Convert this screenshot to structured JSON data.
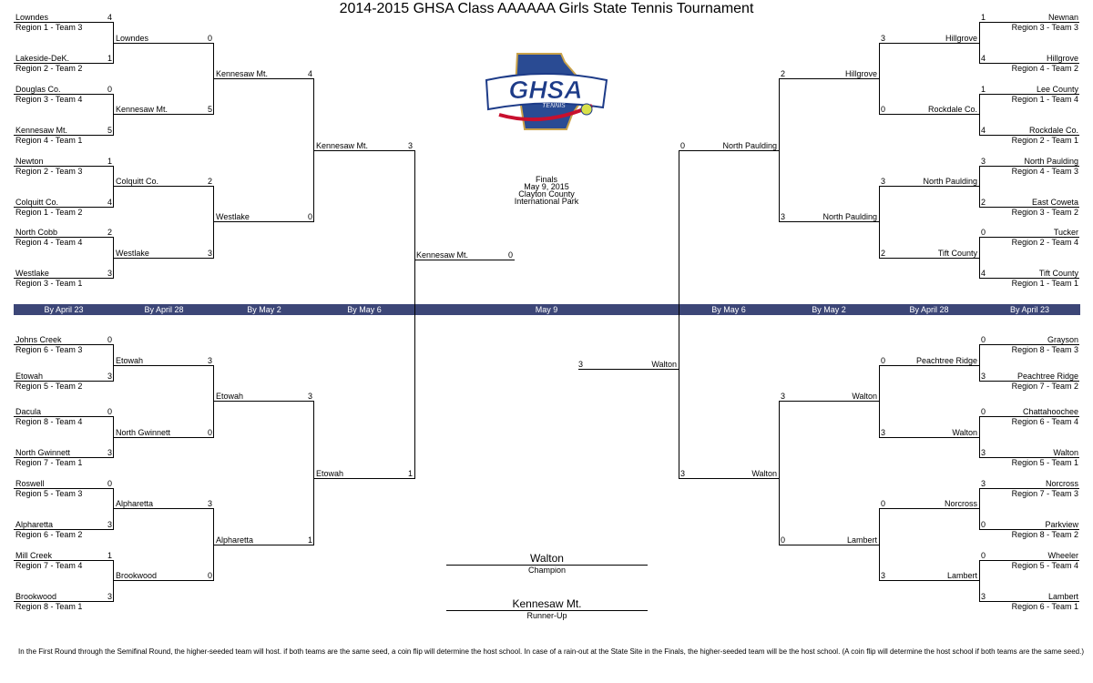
{
  "title": "2014-2015 GHSA Class AAAAAA Girls State Tennis Tournament",
  "logo": {
    "text": "GHSA",
    "sub": "TENNIS"
  },
  "finals_info": [
    "Finals",
    "May 9, 2015",
    "Clayton County",
    "International Park"
  ],
  "rounds": [
    "By April 23",
    "By April 28",
    "By May 2",
    "By May 6",
    "May 9",
    "By May 6",
    "By May 2",
    "By April 28",
    "By April 23"
  ],
  "colors": {
    "band": "#3c4677",
    "logo_blue": "#1d3b88",
    "logo_red": "#c8102e",
    "logo_gold": "#c9a24a"
  },
  "first_round": {
    "left": [
      {
        "team": "Lowndes",
        "seed": "Region 1 - Team 3",
        "score": "4"
      },
      {
        "team": "Lakeside-DeK.",
        "seed": "Region 2 - Team 2",
        "score": "1"
      },
      {
        "team": "Douglas Co.",
        "seed": "Region 3 - Team 4",
        "score": "0"
      },
      {
        "team": "Kennesaw Mt.",
        "seed": "Region 4 - Team 1",
        "score": "5"
      },
      {
        "team": "Newton",
        "seed": "Region 2 - Team 3",
        "score": "1"
      },
      {
        "team": "Colquitt Co.",
        "seed": "Region 1 - Team 2",
        "score": "4"
      },
      {
        "team": "North Cobb",
        "seed": "Region 4 - Team 4",
        "score": "2"
      },
      {
        "team": "Westlake",
        "seed": "Region 3 - Team 1",
        "score": "3"
      },
      {
        "team": "Johns Creek",
        "seed": "Region 6 - Team 3",
        "score": "0"
      },
      {
        "team": "Etowah",
        "seed": "Region 5 - Team 2",
        "score": "3"
      },
      {
        "team": "Dacula",
        "seed": "Region 8 - Team 4",
        "score": "0"
      },
      {
        "team": "North Gwinnett",
        "seed": "Region 7 - Team 1",
        "score": "3"
      },
      {
        "team": "Roswell",
        "seed": "Region 5 - Team 3",
        "score": "0"
      },
      {
        "team": "Alpharetta",
        "seed": "Region 6 - Team 2",
        "score": "3"
      },
      {
        "team": "Mill Creek",
        "seed": "Region 7 - Team 4",
        "score": "1"
      },
      {
        "team": "Brookwood",
        "seed": "Region 8 - Team 1",
        "score": "3"
      }
    ],
    "right": [
      {
        "team": "Newnan",
        "seed": "Region 3 - Team 3",
        "score": "1"
      },
      {
        "team": "Hillgrove",
        "seed": "Region 4 - Team 2",
        "score": "4"
      },
      {
        "team": "Lee County",
        "seed": "Region 1 - Team 4",
        "score": "1"
      },
      {
        "team": "Rockdale Co.",
        "seed": "Region 2 - Team 1",
        "score": "4"
      },
      {
        "team": "North Paulding",
        "seed": "Region 4 - Team 3",
        "score": "3"
      },
      {
        "team": "East Coweta",
        "seed": "Region 3 - Team 2",
        "score": "2"
      },
      {
        "team": "Tucker",
        "seed": "Region 2 - Team 4",
        "score": "0"
      },
      {
        "team": "Tift County",
        "seed": "Region 1 - Team 1",
        "score": "4"
      },
      {
        "team": "Grayson",
        "seed": "Region 8 - Team 3",
        "score": "0"
      },
      {
        "team": "Peachtree Ridge",
        "seed": "Region 7 - Team 2",
        "score": "3"
      },
      {
        "team": "Chattahoochee",
        "seed": "Region 6 - Team 4",
        "score": "0"
      },
      {
        "team": "Walton",
        "seed": "Region 5 - Team 1",
        "score": "3"
      },
      {
        "team": "Norcross",
        "seed": "Region 7 - Team 3",
        "score": "3"
      },
      {
        "team": "Parkview",
        "seed": "Region 8 - Team 2",
        "score": "0"
      },
      {
        "team": "Wheeler",
        "seed": "Region 5 - Team 4",
        "score": "0"
      },
      {
        "team": "Lambert",
        "seed": "Region 6 - Team 1",
        "score": "3"
      }
    ]
  },
  "second_round": {
    "left": [
      {
        "team": "Lowndes",
        "score": "0"
      },
      {
        "team": "Kennesaw Mt.",
        "score": "5"
      },
      {
        "team": "Colquitt Co.",
        "score": "2"
      },
      {
        "team": "Westlake",
        "score": "3"
      },
      {
        "team": "Etowah",
        "score": "3"
      },
      {
        "team": "North Gwinnett",
        "score": "0"
      },
      {
        "team": "Alpharetta",
        "score": "3"
      },
      {
        "team": "Brookwood",
        "score": "0"
      }
    ],
    "right": [
      {
        "team": "Hillgrove",
        "score": "3"
      },
      {
        "team": "Rockdale Co.",
        "score": "0"
      },
      {
        "team": "North Paulding",
        "score": "3"
      },
      {
        "team": "Tift County",
        "score": "2"
      },
      {
        "team": "Peachtree Ridge",
        "score": "0"
      },
      {
        "team": "Walton",
        "score": "3"
      },
      {
        "team": "Norcross",
        "score": "0"
      },
      {
        "team": "Lambert",
        "score": "3"
      }
    ]
  },
  "quarterfinals": {
    "left": [
      {
        "team": "Kennesaw Mt.",
        "score": "4"
      },
      {
        "team": "Westlake",
        "score": "0"
      },
      {
        "team": "Etowah",
        "score": "3"
      },
      {
        "team": "Alpharetta",
        "score": "1"
      }
    ],
    "right": [
      {
        "team": "Hillgrove",
        "score": "2"
      },
      {
        "team": "North Paulding",
        "score": "3"
      },
      {
        "team": "Walton",
        "score": "3"
      },
      {
        "team": "Lambert",
        "score": "0"
      }
    ]
  },
  "semifinals": {
    "left": [
      {
        "team": "Kennesaw Mt.",
        "score": "3"
      },
      {
        "team": "Etowah",
        "score": "1"
      }
    ],
    "right": [
      {
        "team": "North Paulding",
        "score": "0"
      },
      {
        "team": "Walton",
        "score": "3"
      }
    ]
  },
  "finals": {
    "left": {
      "team": "Kennesaw Mt.",
      "score": "0"
    },
    "right": {
      "team": "Walton",
      "score": "3"
    }
  },
  "champion": {
    "team": "Walton",
    "label": "Champion"
  },
  "runner_up": {
    "team": "Kennesaw Mt.",
    "label": "Runner-Up"
  },
  "footnote": "In the First Round through the Semifinal Round, the higher-seeded team will host.  if both teams are the same seed, a coin flip will determine the host school.  In case of a rain-out at the State Site in the Finals, the higher-seeded team will be the host school. (A coin flip will determine the host school if both teams are the same seed.)"
}
